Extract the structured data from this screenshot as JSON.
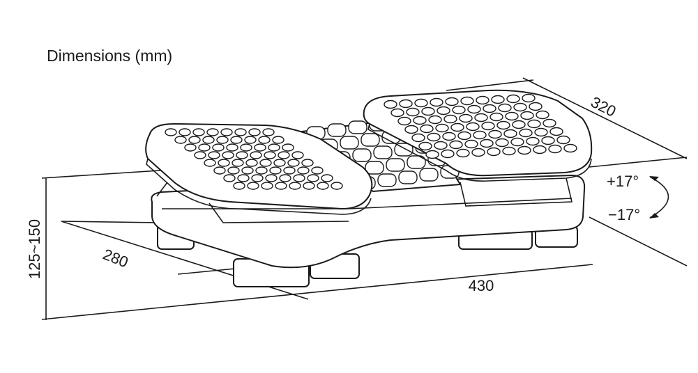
{
  "title": "Dimensions (mm)",
  "dimensions": {
    "depth_right": "320",
    "tilt_up": "+17°",
    "tilt_down": "−17°",
    "height": "125~150",
    "depth_left": "280",
    "width": "430"
  },
  "colors": {
    "line": "#1a1a1a",
    "background": "#ffffff"
  }
}
